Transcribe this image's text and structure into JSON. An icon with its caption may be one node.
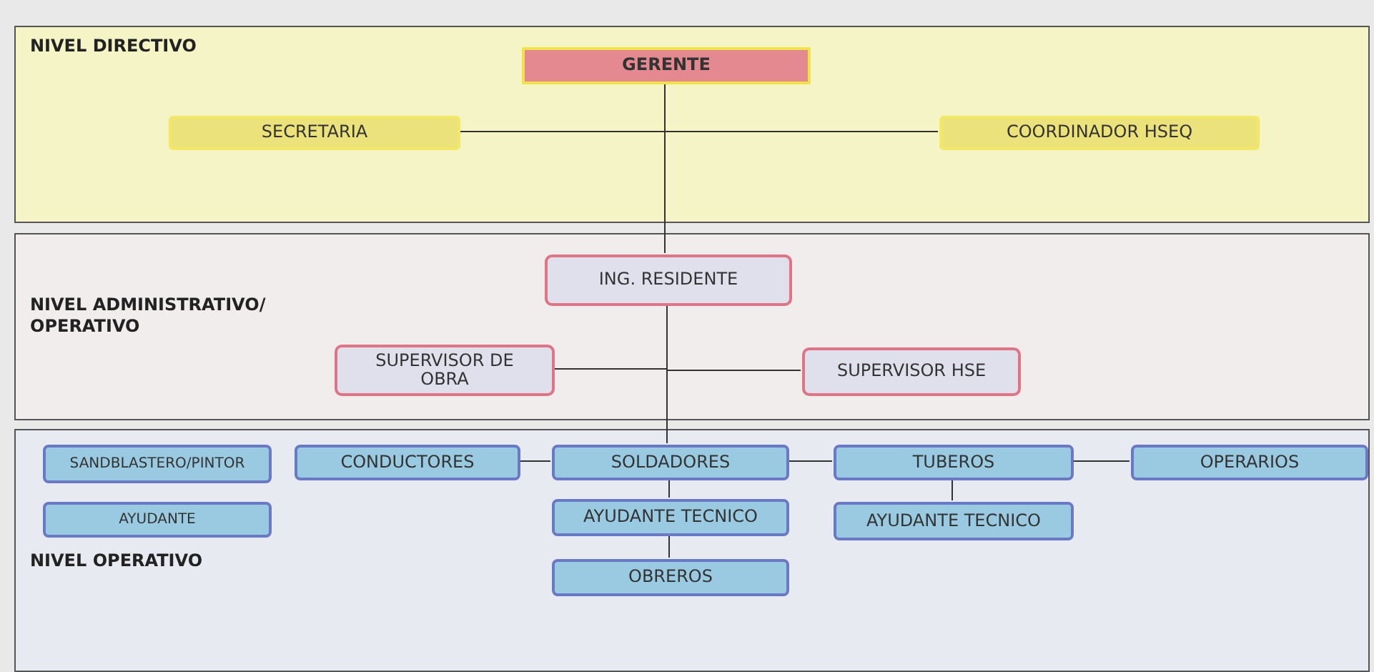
{
  "diagram": {
    "nodes": [
      {
        "text": [
          "NIVEL DIRECTIVO"
        ]
      },
      {
        "text": [
          "GERENTE"
        ],
        "in": 0
      },
      {
        "text": [
          "SECRETARIA"
        ],
        "in": 0
      },
      {
        "text": [
          "COORDINADOR HSEQ"
        ],
        "in": 0
      },
      {
        "text": [
          "NIVEL ADMINISTRATIVO/ OPERATIVO"
        ]
      },
      {
        "text": [
          "ING. RESIDENTE"
        ],
        "in": 4
      },
      {
        "text": [
          "SUPERVISOR DE OBRA"
        ],
        "in": 4
      },
      {
        "text": [
          "SUPERVISOR HSE"
        ],
        "in": 4
      },
      {
        "text": [
          "NIVEL OPERATIVO"
        ]
      },
      {
        "text": [
          "SANDBLASTERO/PINTOR"
        ],
        "in": 8
      },
      {
        "text": [
          "CONDUCTORES"
        ],
        "in": 8
      },
      {
        "text": [
          "SOLDADORES"
        ],
        "in": 8
      },
      {
        "text": [
          "TUBEROS"
        ],
        "in": 8
      },
      {
        "text": [
          "OPERARIOS"
        ],
        "in": 8
      },
      {
        "text": [
          "AYUDANTE"
        ],
        "in": 8
      },
      {
        "text": [
          "AYUDANTE TECNICO"
        ],
        "in": 8
      },
      {
        "text": [
          "AYUDANTE TECNICO"
        ],
        "in": 8
      },
      {
        "text": [
          "OBREROS"
        ],
        "in": 8
      }
    ],
    "edges": [
      {
        "from": 1,
        "to": 2,
        "arrow": "none"
      },
      {
        "from": 1,
        "to": 3,
        "arrow": "none"
      },
      {
        "from": 1,
        "to": 5,
        "arrow": "none"
      },
      {
        "from": 5,
        "to": 6,
        "arrow": "none"
      },
      {
        "from": 5,
        "to": 7,
        "arrow": "none"
      },
      {
        "from": 5,
        "to": 11,
        "arrow": "none"
      },
      {
        "from": 10,
        "to": 11,
        "arrow": "none"
      },
      {
        "from": 11,
        "to": 12,
        "arrow": "none"
      },
      {
        "from": 12,
        "to": 13,
        "arrow": "none"
      },
      {
        "from": 11,
        "to": 15,
        "arrow": "none"
      },
      {
        "from": 15,
        "to": 17,
        "arrow": "none"
      },
      {
        "from": 12,
        "to": 16,
        "arrow": "none"
      }
    ]
  }
}
